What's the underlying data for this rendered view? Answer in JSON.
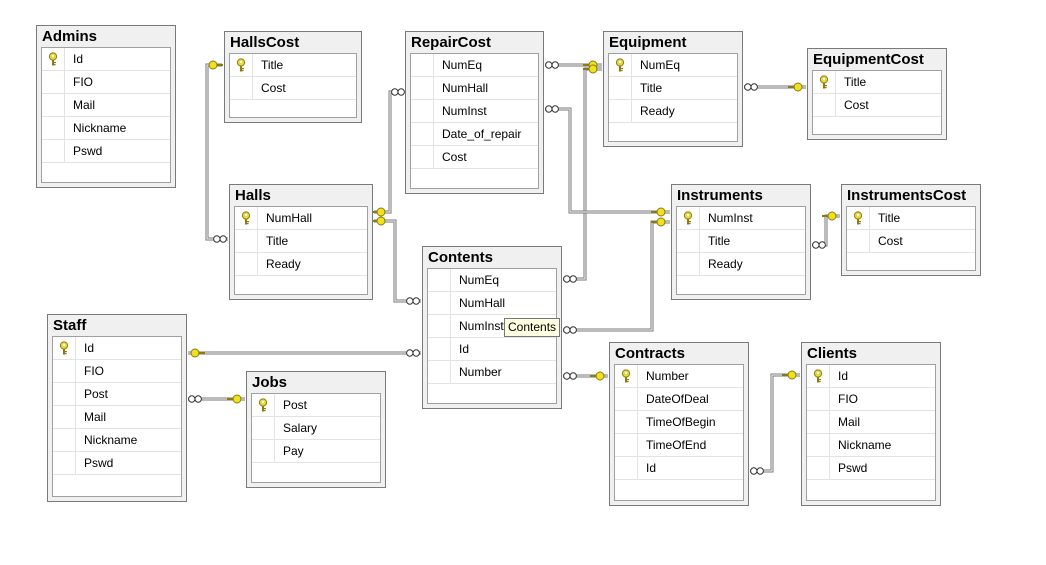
{
  "colors": {
    "accent": "#f0e020",
    "line": "#777777"
  },
  "tables": [
    {
      "id": "admins",
      "title": "Admins",
      "fields": [
        {
          "name": "Id",
          "pk": true
        },
        {
          "name": "FIO"
        },
        {
          "name": "Mail"
        },
        {
          "name": "Nickname"
        },
        {
          "name": "Pswd"
        }
      ]
    },
    {
      "id": "hallscost",
      "title": "HallsCost",
      "fields": [
        {
          "name": "Title",
          "pk": true
        },
        {
          "name": "Cost"
        }
      ]
    },
    {
      "id": "repaircost",
      "title": "RepairCost",
      "fields": [
        {
          "name": "NumEq"
        },
        {
          "name": "NumHall"
        },
        {
          "name": "NumInst"
        },
        {
          "name": "Date_of_repair"
        },
        {
          "name": "Cost"
        }
      ]
    },
    {
      "id": "equipment",
      "title": "Equipment",
      "fields": [
        {
          "name": "NumEq",
          "pk": true
        },
        {
          "name": "Title"
        },
        {
          "name": "Ready"
        }
      ]
    },
    {
      "id": "equipmentcost",
      "title": "EquipmentCost",
      "fields": [
        {
          "name": "Title",
          "pk": true
        },
        {
          "name": "Cost"
        }
      ]
    },
    {
      "id": "halls",
      "title": "Halls",
      "fields": [
        {
          "name": "NumHall",
          "pk": true
        },
        {
          "name": "Title"
        },
        {
          "name": "Ready"
        }
      ]
    },
    {
      "id": "instruments",
      "title": "Instruments",
      "fields": [
        {
          "name": "NumInst",
          "pk": true
        },
        {
          "name": "Title"
        },
        {
          "name": "Ready"
        }
      ]
    },
    {
      "id": "instrumentscost",
      "title": "InstrumentsCost",
      "fields": [
        {
          "name": "Title",
          "pk": true
        },
        {
          "name": "Cost"
        }
      ]
    },
    {
      "id": "contents",
      "title": "Contents",
      "fields": [
        {
          "name": "NumEq"
        },
        {
          "name": "NumHall"
        },
        {
          "name": "NumInst"
        },
        {
          "name": "Id"
        },
        {
          "name": "Number"
        }
      ]
    },
    {
      "id": "staff",
      "title": "Staff",
      "fields": [
        {
          "name": "Id",
          "pk": true
        },
        {
          "name": "FIO"
        },
        {
          "name": "Post"
        },
        {
          "name": "Mail"
        },
        {
          "name": "Nickname"
        },
        {
          "name": "Pswd"
        }
      ]
    },
    {
      "id": "jobs",
      "title": "Jobs",
      "fields": [
        {
          "name": "Post",
          "pk": true
        },
        {
          "name": "Salary"
        },
        {
          "name": "Pay"
        }
      ]
    },
    {
      "id": "contracts",
      "title": "Contracts",
      "fields": [
        {
          "name": "Number",
          "pk": true
        },
        {
          "name": "DateOfDeal"
        },
        {
          "name": "TimeOfBegin"
        },
        {
          "name": "TimeOfEnd"
        },
        {
          "name": "Id"
        }
      ]
    },
    {
      "id": "clients",
      "title": "Clients",
      "fields": [
        {
          "name": "Id",
          "pk": true
        },
        {
          "name": "FIO"
        },
        {
          "name": "Mail"
        },
        {
          "name": "Nickname"
        },
        {
          "name": "Pswd"
        }
      ]
    }
  ],
  "tooltip": {
    "text": "Contents"
  }
}
